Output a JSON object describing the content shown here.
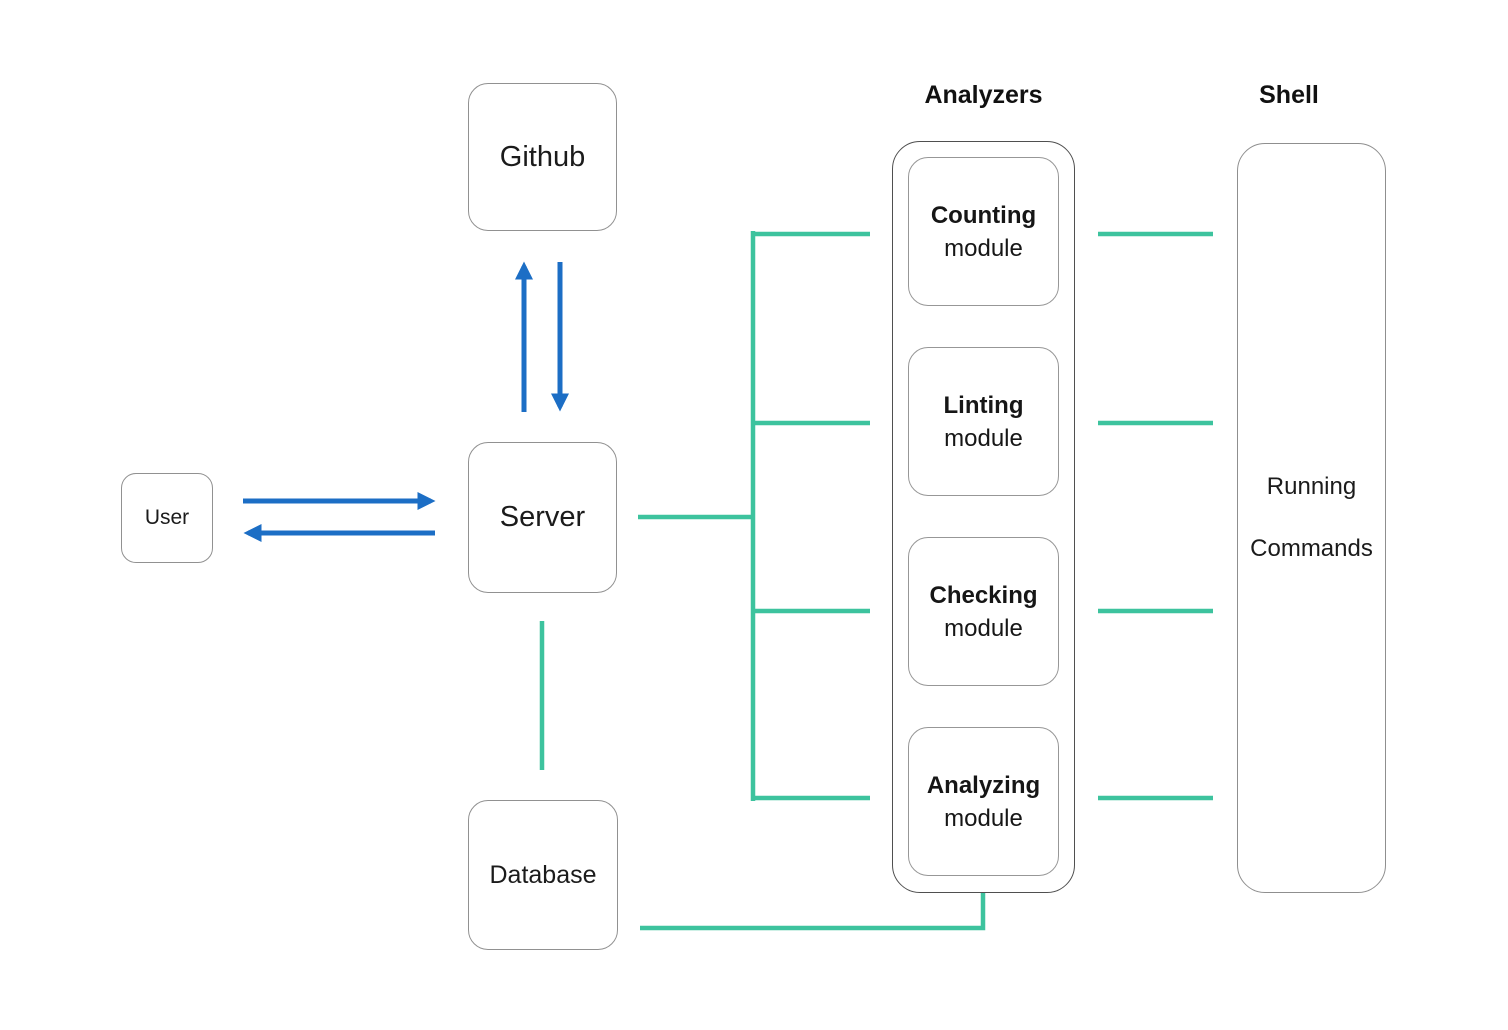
{
  "colors": {
    "connector": "#3DC39E",
    "arrow": "#1C6EC5"
  },
  "nodes": {
    "user": {
      "label": "User"
    },
    "github": {
      "label": "Github"
    },
    "server": {
      "label": "Server"
    },
    "database": {
      "label": "Database"
    }
  },
  "analyzers": {
    "title": "Analyzers",
    "modules": [
      {
        "name": "Counting",
        "type": "module"
      },
      {
        "name": "Linting",
        "type": "module"
      },
      {
        "name": "Checking",
        "type": "module"
      },
      {
        "name": "Analyzing",
        "type": "module"
      }
    ]
  },
  "shell": {
    "title": "Shell",
    "lines": [
      "Running",
      "Commands"
    ]
  }
}
